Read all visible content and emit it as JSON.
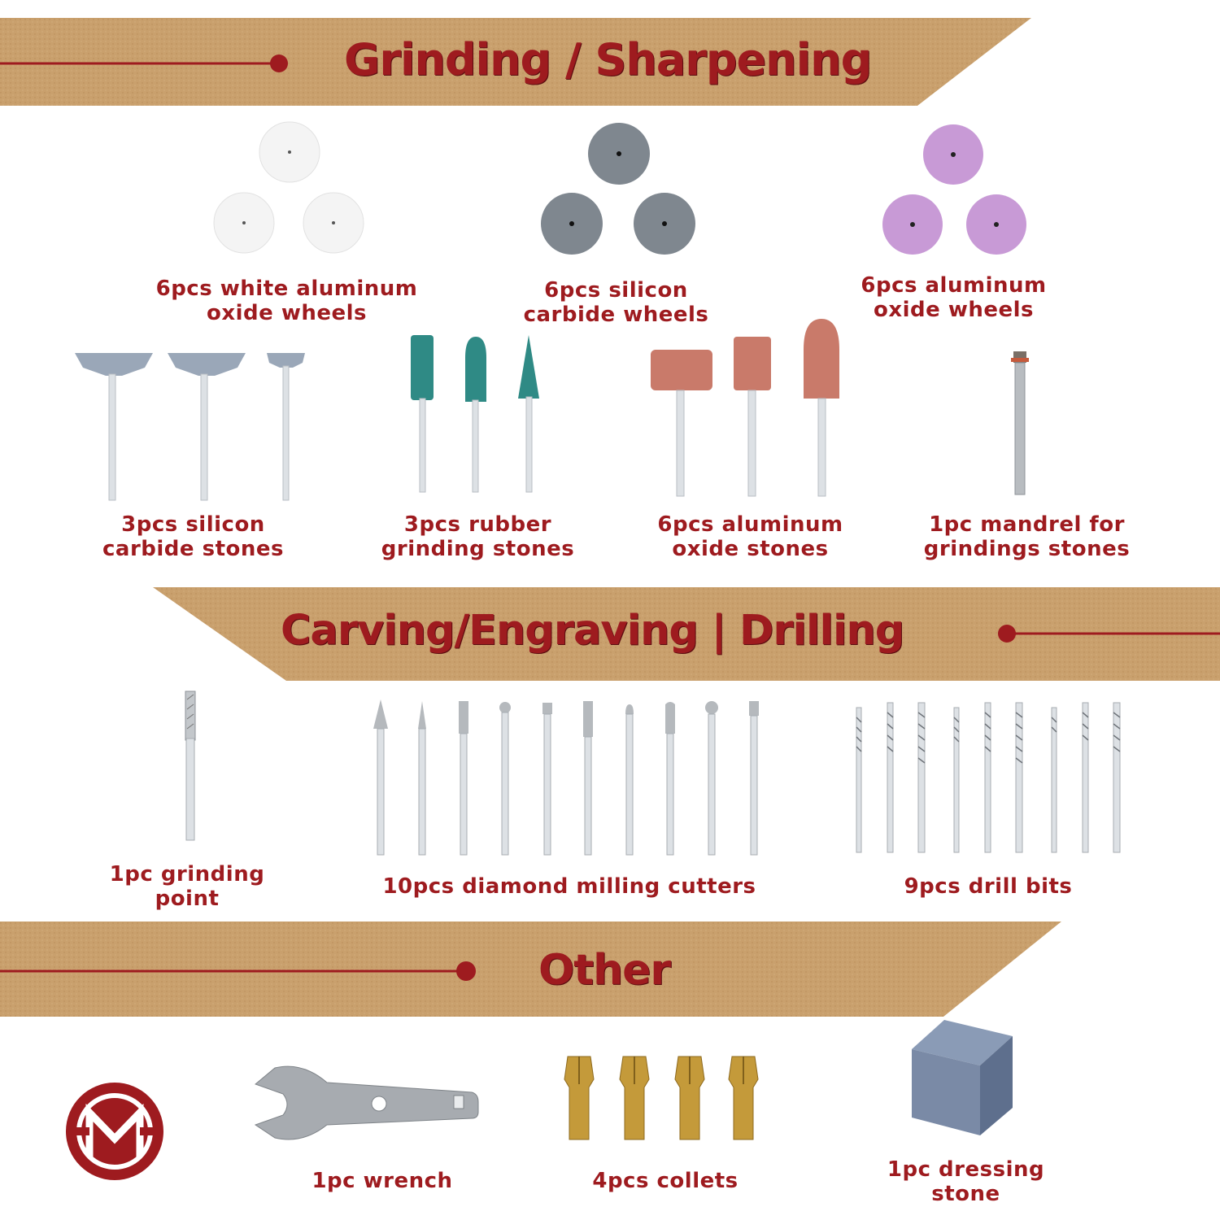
{
  "colors": {
    "brand_red": "#9e1b1f",
    "kraft": "#c9a06d",
    "kraft_dark": "#b88c58"
  },
  "sections": {
    "grinding": {
      "title": "Grinding / Sharpening"
    },
    "carving": {
      "title": "Carving/Engraving | Drilling"
    },
    "other": {
      "title": "Other"
    }
  },
  "grinding_items": [
    {
      "line1": "6pcs white aluminum",
      "line2": "oxide wheels"
    },
    {
      "line1": "6pcs silicon",
      "line2": "carbide wheels"
    },
    {
      "line1": "6pcs aluminum",
      "line2": "oxide wheels"
    },
    {
      "line1": "3pcs silicon",
      "line2": "carbide stones"
    },
    {
      "line1": "3pcs rubber",
      "line2": "grinding stones"
    },
    {
      "line1": "6pcs aluminum",
      "line2": "oxide stones"
    },
    {
      "line1": "1pc mandrel for",
      "line2": "grindings stones"
    }
  ],
  "carving_items": [
    {
      "line1": "1pc grinding",
      "line2": "point"
    },
    {
      "line1": "10pcs diamond milling cutters",
      "line2": ""
    },
    {
      "line1": "9pcs drill bits",
      "line2": ""
    }
  ],
  "other_items": [
    {
      "line1": "1pc wrench",
      "line2": ""
    },
    {
      "line1": "4pcs collets",
      "line2": ""
    },
    {
      "line1": "1pc dressing",
      "line2": "stone"
    }
  ],
  "logo": {
    "icon": "m-logo-icon"
  }
}
